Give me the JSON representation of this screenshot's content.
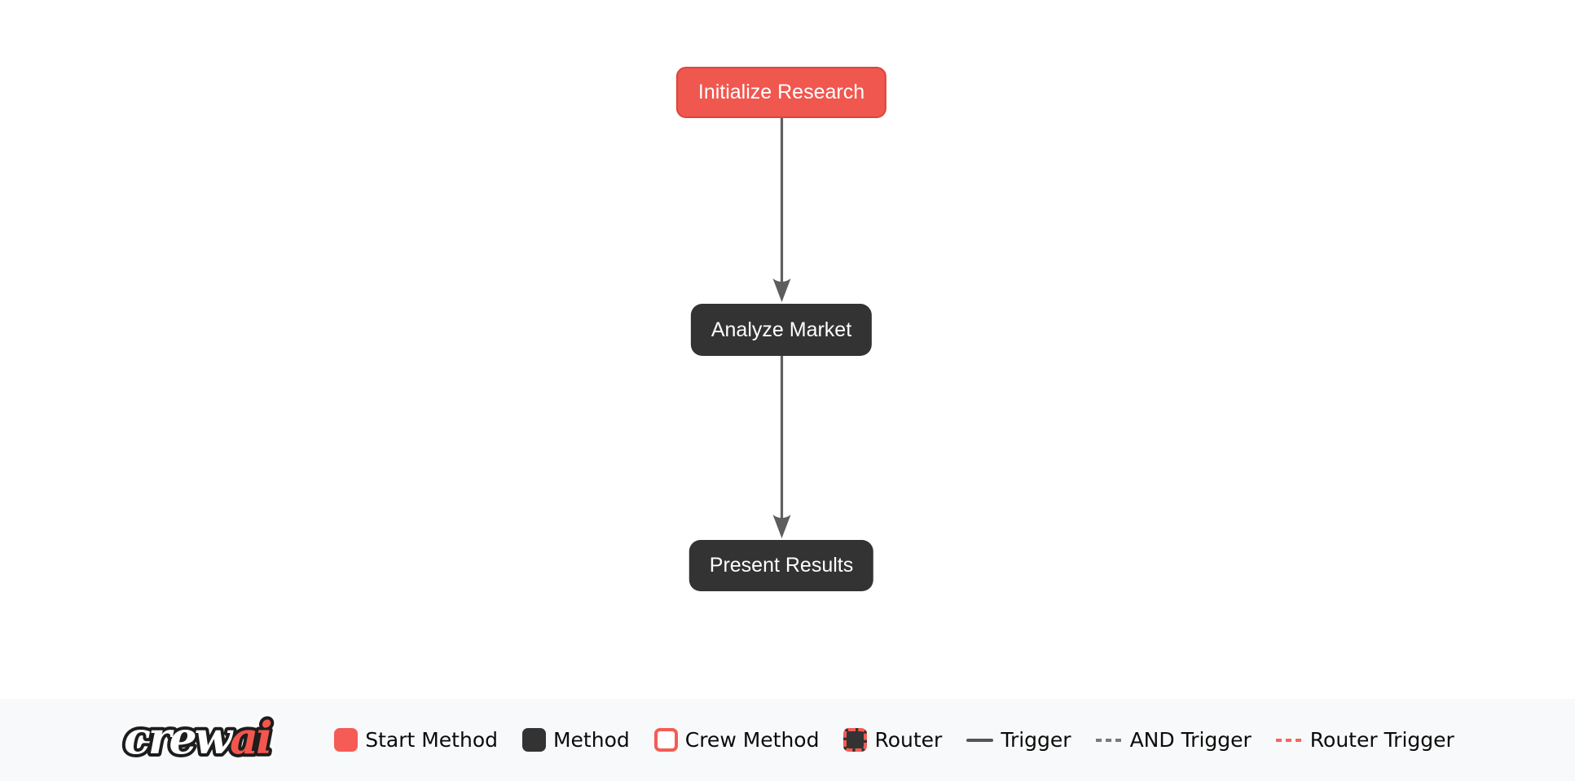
{
  "flow": {
    "nodes": [
      {
        "label": "Initialize Research",
        "type": "start-method"
      },
      {
        "label": "Analyze Market",
        "type": "method"
      },
      {
        "label": "Present Results",
        "type": "method"
      }
    ],
    "edges": [
      {
        "from": "Initialize Research",
        "to": "Analyze Market",
        "type": "trigger"
      },
      {
        "from": "Analyze Market",
        "to": "Present Results",
        "type": "trigger"
      }
    ]
  },
  "legend": {
    "logo": {
      "part1": "crew",
      "part2": "ai"
    },
    "items": [
      {
        "label": "Start Method",
        "swatch": "start-method-swatch"
      },
      {
        "label": "Method",
        "swatch": "method-swatch"
      },
      {
        "label": "Crew Method",
        "swatch": "crew-method-swatch"
      },
      {
        "label": "Router",
        "swatch": "router-swatch"
      },
      {
        "label": "Trigger",
        "swatch": "trigger-line"
      },
      {
        "label": "AND Trigger",
        "swatch": "and-trigger-line"
      },
      {
        "label": "Router Trigger",
        "swatch": "router-trigger-line"
      }
    ]
  },
  "colors": {
    "start_node_fill": "#f0574f",
    "start_node_border": "#db453d",
    "method_node_fill": "#333333",
    "node_text": "#ffffff",
    "edge": "#606060",
    "legend_red": "#f45c55",
    "legend_bar_bg": "#f8f9fa",
    "page_bg": "#ffffff"
  }
}
